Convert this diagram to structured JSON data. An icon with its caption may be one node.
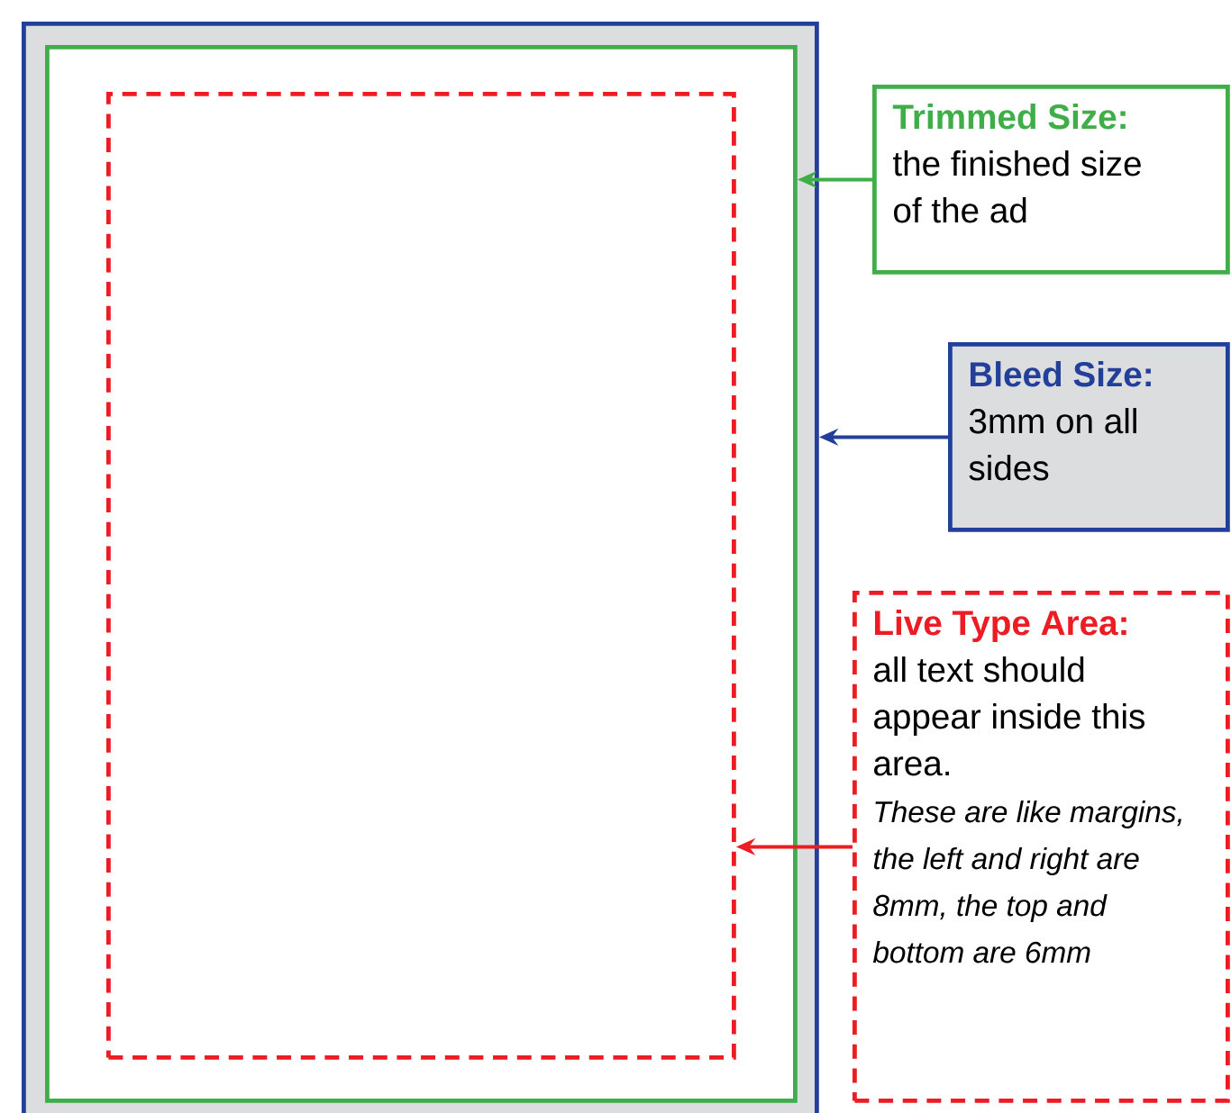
{
  "diagram": {
    "nodes": [
      {
        "text": [],
        "shape": "box"
      },
      {
        "text": [],
        "shape": "box",
        "in": 0
      },
      {
        "text": [],
        "shape": "box",
        "in": 1
      },
      {
        "text": [
          "Trimmed Size:",
          "the finished size of the ad"
        ]
      },
      {
        "text": [
          "Bleed Size:",
          "3mm on all sides"
        ]
      },
      {
        "text": [
          "Live Type Area:",
          "all text should appear inside this area.",
          "These are like margins, the left and right are 8mm, the top and bottom are 6mm"
        ]
      }
    ],
    "edges": [
      {
        "from": 3,
        "to": 1,
        "arrow": "to",
        "color": "#3fae49"
      },
      {
        "from": 4,
        "to": 0,
        "arrow": "to",
        "color": "#22409a"
      },
      {
        "from": 5,
        "to": 2,
        "arrow": "to",
        "color": "#ed1c24"
      }
    ]
  }
}
